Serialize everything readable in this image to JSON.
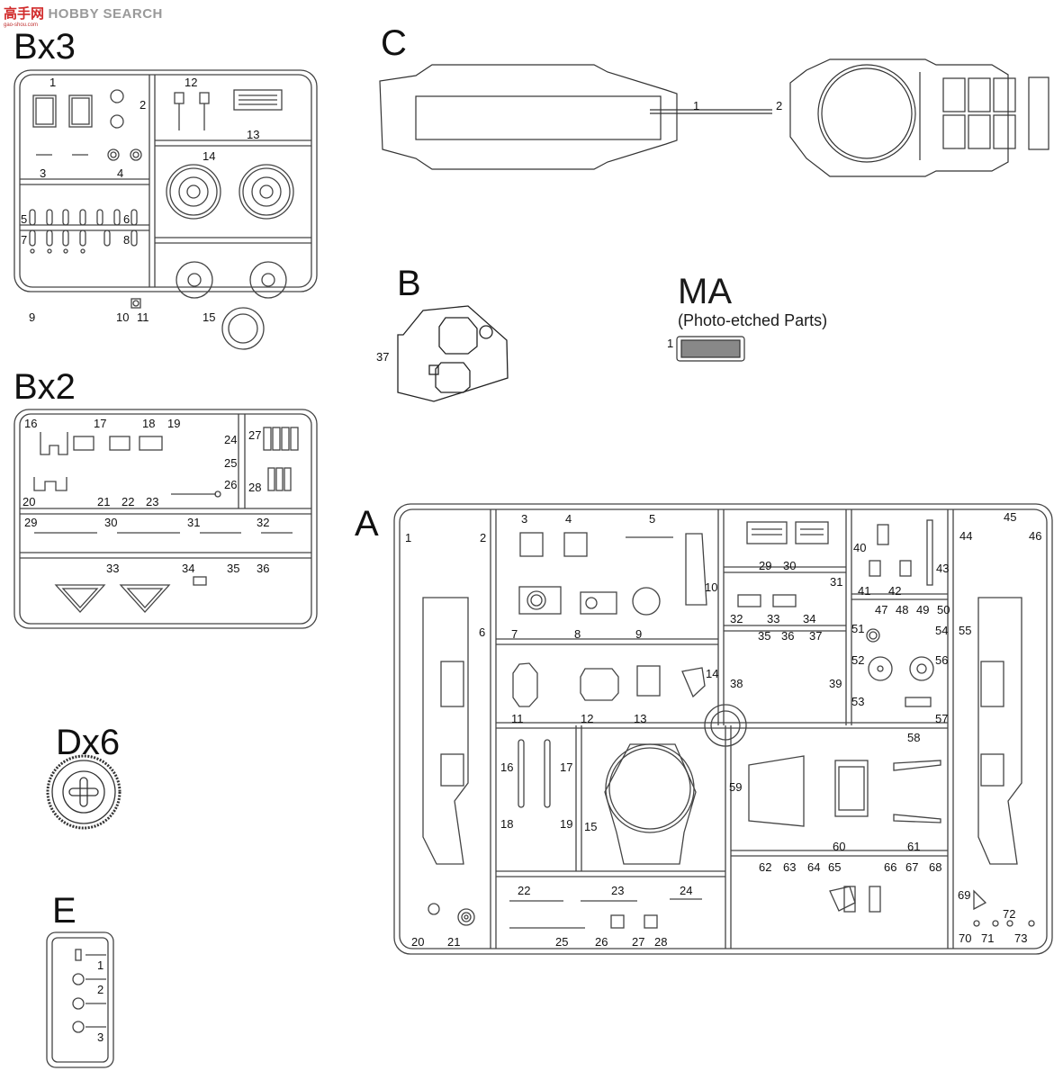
{
  "watermark": {
    "logo": "高手网",
    "text": "HOBBY SEARCH",
    "url": "gao-shou.com"
  },
  "sprues": {
    "bx3": {
      "title": "Bx3",
      "parts": [
        "1",
        "2",
        "3",
        "4",
        "5",
        "6",
        "7",
        "8",
        "9",
        "10",
        "11",
        "12",
        "13",
        "14",
        "15"
      ]
    },
    "bx2": {
      "title": "Bx2",
      "parts": [
        "16",
        "17",
        "18",
        "19",
        "20",
        "21",
        "22",
        "23",
        "24",
        "25",
        "26",
        "27",
        "28",
        "29",
        "30",
        "31",
        "32",
        "33",
        "34",
        "35",
        "36"
      ]
    },
    "dx6": {
      "title": "Dx6"
    },
    "e": {
      "title": "E",
      "parts": [
        "1",
        "2",
        "3"
      ]
    },
    "c": {
      "title": "C",
      "parts": [
        "1",
        "2"
      ]
    },
    "b": {
      "title": "B",
      "parts": [
        "37"
      ]
    },
    "ma": {
      "title": "MA",
      "subtitle": "(Photo-etched Parts)",
      "parts": [
        "1"
      ]
    },
    "a": {
      "title": "A",
      "parts": [
        "1",
        "2",
        "3",
        "4",
        "5",
        "6",
        "7",
        "8",
        "9",
        "10",
        "11",
        "12",
        "13",
        "14",
        "15",
        "16",
        "17",
        "18",
        "19",
        "20",
        "21",
        "22",
        "23",
        "24",
        "25",
        "26",
        "27",
        "28",
        "29",
        "30",
        "31",
        "32",
        "33",
        "34",
        "35",
        "36",
        "37",
        "38",
        "39",
        "40",
        "41",
        "42",
        "43",
        "44",
        "45",
        "46",
        "47",
        "48",
        "49",
        "50",
        "51",
        "52",
        "53",
        "54",
        "55",
        "56",
        "57",
        "58",
        "59",
        "60",
        "61",
        "62",
        "63",
        "64",
        "65",
        "66",
        "67",
        "68",
        "69",
        "70",
        "71",
        "72",
        "73"
      ]
    }
  },
  "colors": {
    "line": "#2a2a2a",
    "frame": "#555555",
    "background": "#ffffff"
  }
}
